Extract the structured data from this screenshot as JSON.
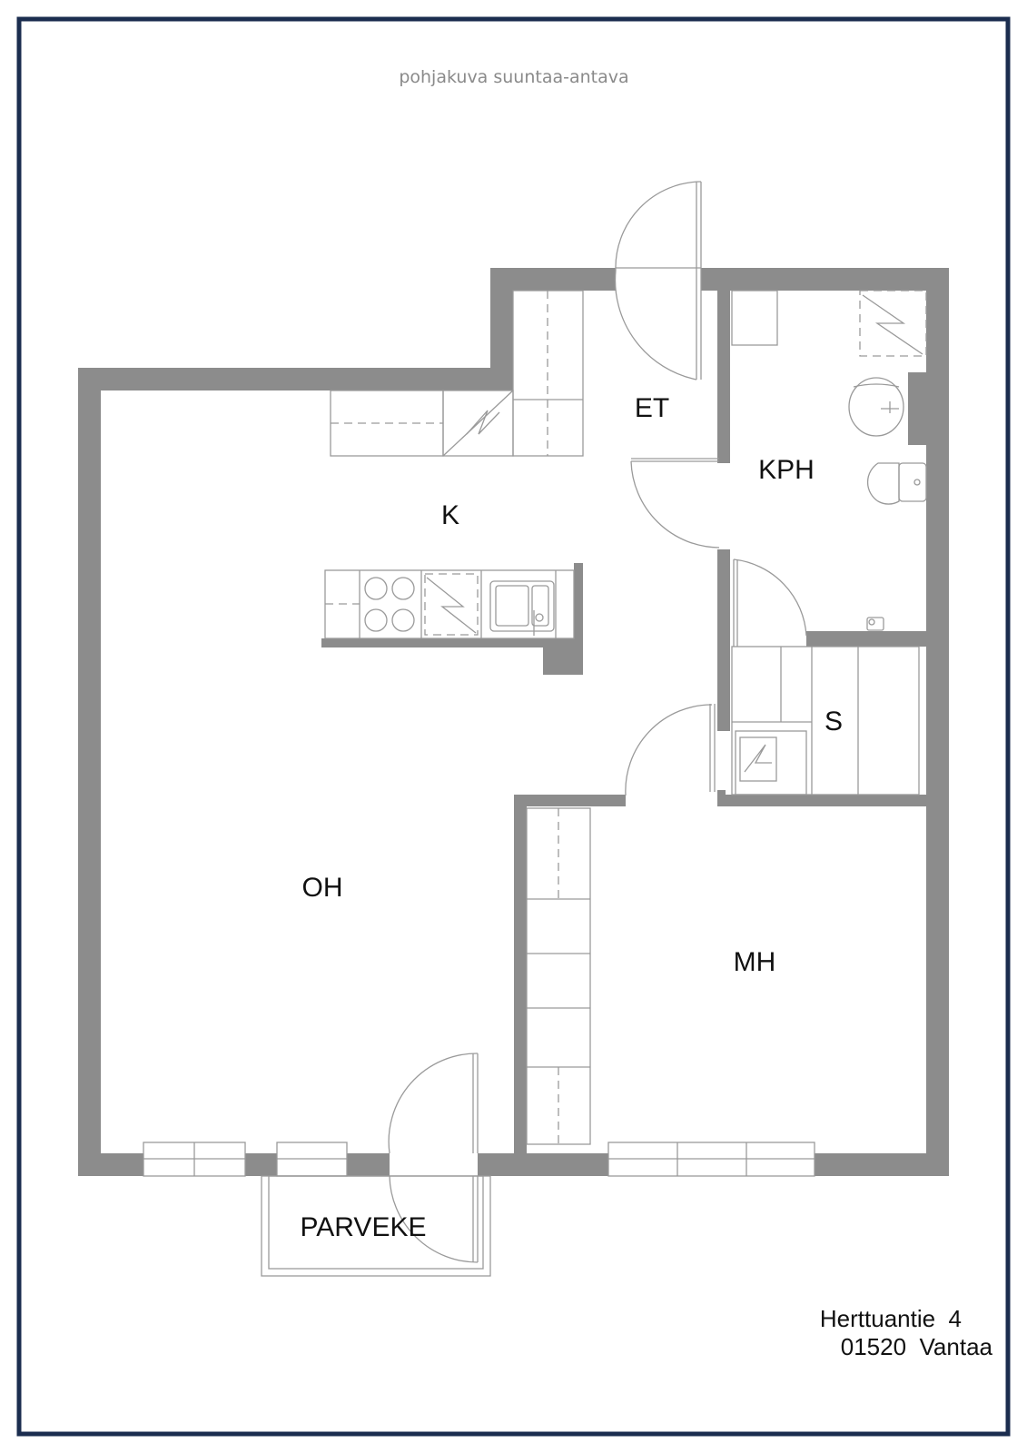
{
  "subtitle": "pohjakuva suuntaa-antava",
  "address": {
    "street": "Herttuantie  4",
    "city": "01520  Vantaa"
  },
  "rooms": {
    "et": "ET",
    "kph": "KPH",
    "k": "K",
    "s": "S",
    "oh": "OH",
    "mh": "MH",
    "parveke": "PARVEKE"
  },
  "colors": {
    "border": "#1b2d4f",
    "wall": "#8c8c8c",
    "line": "#9a9a9a",
    "text": "#111111",
    "subtitle": "#8a8a8a"
  }
}
